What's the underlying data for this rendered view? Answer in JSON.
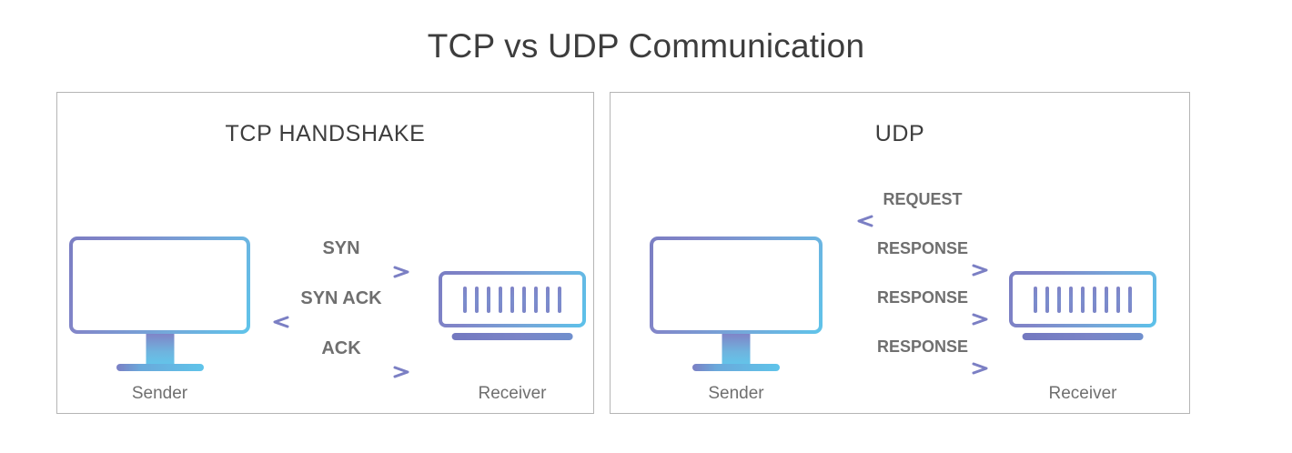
{
  "title": "TCP vs UDP Communication",
  "theme": {
    "purple": "#7b7fc4",
    "blue": "#5fc4ea",
    "label_gray": "#6f6f6f",
    "title_gray": "#3d3d3d",
    "panel_border": "#b5b5b5",
    "background": "#ffffff"
  },
  "panels": [
    {
      "id": "tcp",
      "title": "TCP HANDSHAKE",
      "sender": {
        "label": "Sender",
        "icon": "monitor-icon"
      },
      "receiver": {
        "label": "Receiver",
        "icon": "server-icon",
        "bar_count": 9
      },
      "messages": [
        {
          "label": "SYN",
          "direction": "right"
        },
        {
          "label": "SYN ACK",
          "direction": "left"
        },
        {
          "label": "ACK",
          "direction": "right"
        }
      ]
    },
    {
      "id": "udp",
      "title": "UDP",
      "sender": {
        "label": "Sender",
        "icon": "monitor-icon"
      },
      "receiver": {
        "label": "Receiver",
        "icon": "server-icon",
        "bar_count": 9
      },
      "messages": [
        {
          "label": "REQUEST",
          "direction": "left"
        },
        {
          "label": "RESPONSE",
          "direction": "right"
        },
        {
          "label": "RESPONSE",
          "direction": "right"
        },
        {
          "label": "RESPONSE",
          "direction": "right"
        }
      ]
    }
  ]
}
